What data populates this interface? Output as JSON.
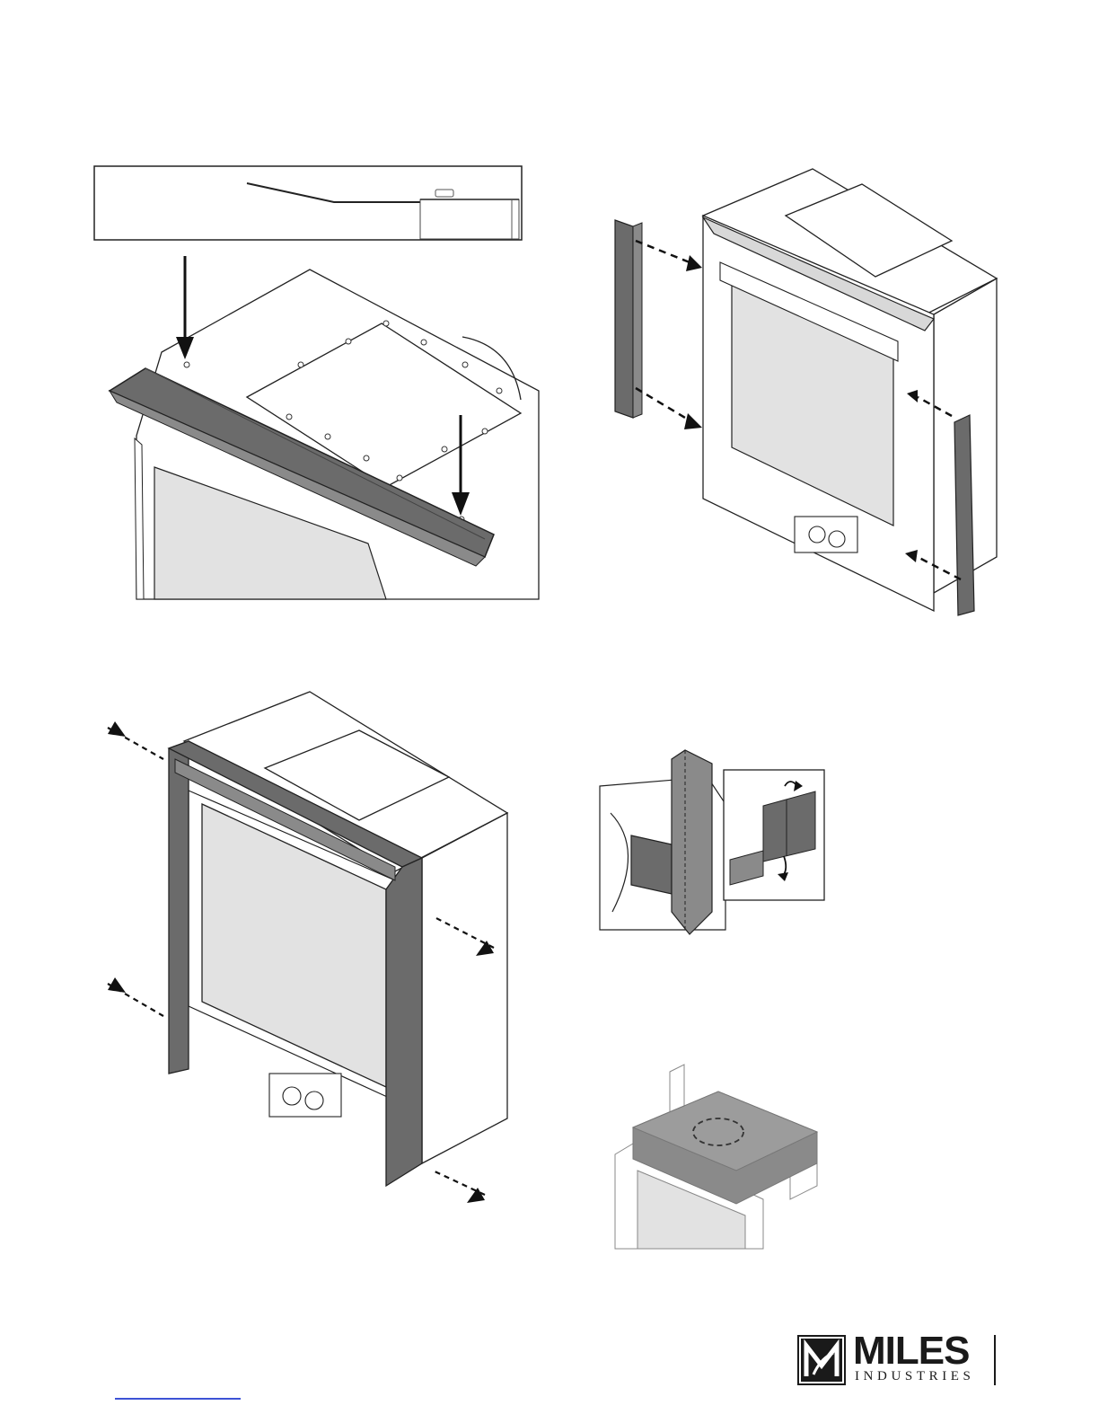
{
  "logo": {
    "brand": "MILES",
    "sub": "INDUSTRIES"
  },
  "colors": {
    "panel_dark": "#6b6b6b",
    "panel_mid": "#8a8a8a",
    "glass": "#e2e2e2",
    "line": "#222222",
    "link_underline": "#3d52d5"
  },
  "figures": [
    {
      "name": "top-heat-deflector-install",
      "icon": "arrow-down-icon"
    },
    {
      "name": "side-trim-strips-install",
      "icon": "dashed-arrow-icon"
    },
    {
      "name": "surround-frame-screw-install",
      "icon": "screw-icon"
    },
    {
      "name": "corner-bracket-fold-detail",
      "icon": "fold-arrow-icon"
    },
    {
      "name": "top-insulation-block",
      "icon": "dashed-circle-icon"
    }
  ]
}
